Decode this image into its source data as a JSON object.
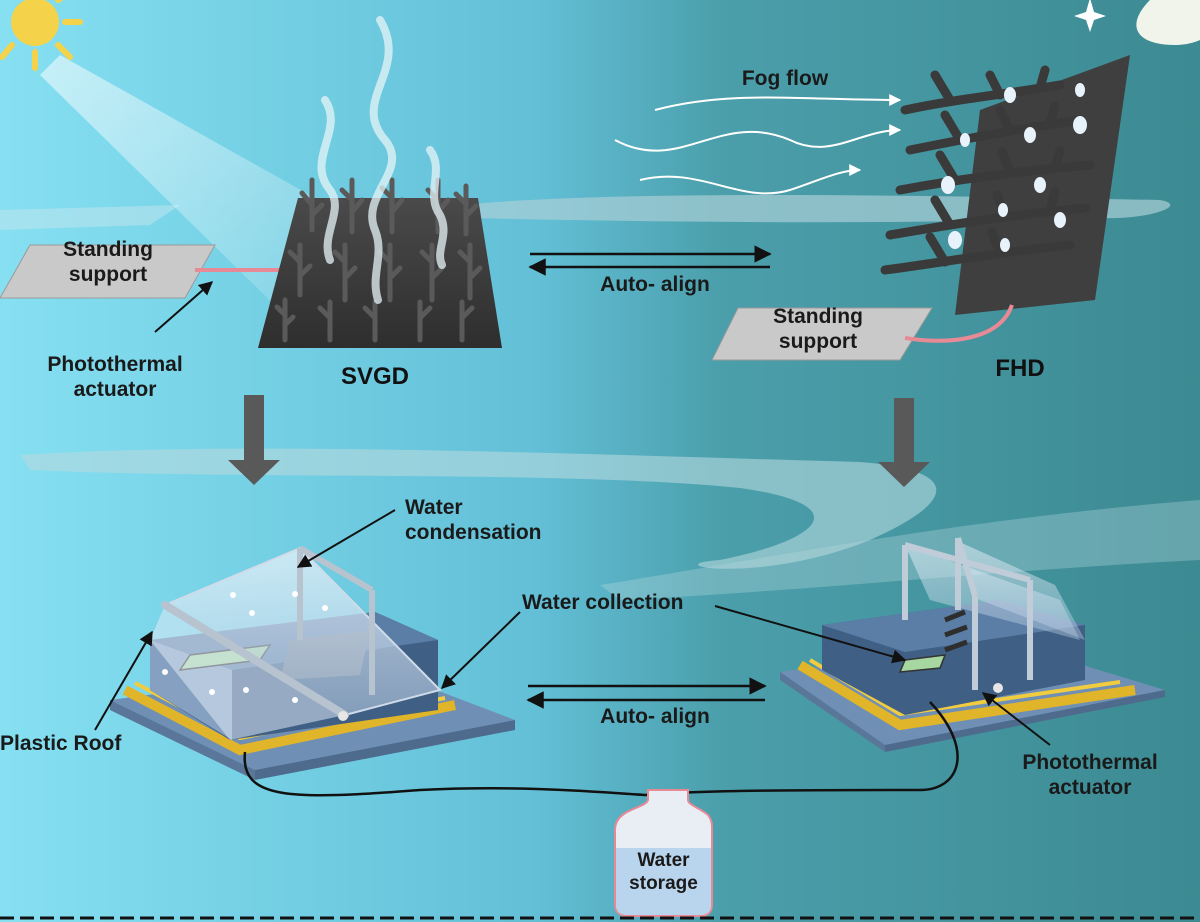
{
  "labels": {
    "standing_support_left": "Standing\nsupport",
    "photothermal_actuator_left": "Photothermal\nactuator",
    "svgd": "SVGD",
    "auto_align_top": "Auto- align",
    "fog_flow": "Fog flow",
    "standing_support_right": "Standing\nsupport",
    "fhd": "FHD",
    "water_condensation": "Water\ncondensation",
    "water_collection": "Water collection",
    "plastic_roof": "Plastic Roof",
    "auto_align_bottom": "Auto- align",
    "photothermal_actuator_right": "Photothermal\nactuator",
    "water_storage": "Water\nstorage"
  },
  "colors": {
    "sky_day": "#7ad7ec",
    "sky_night": "#3f8e96",
    "panel_dark": "#3a3a3a",
    "branch": "#555555",
    "support": "#c9c9c9",
    "actuator": "#e88a95",
    "rail": "#e0b52a",
    "base_blue": "#6f8fb4",
    "box_blue": "#3f5f85",
    "sun": "#f4d34a",
    "arrow_gray": "#595959"
  },
  "icons": [
    "sun-icon",
    "moon-icon",
    "star-icon",
    "water-bottle-icon"
  ]
}
